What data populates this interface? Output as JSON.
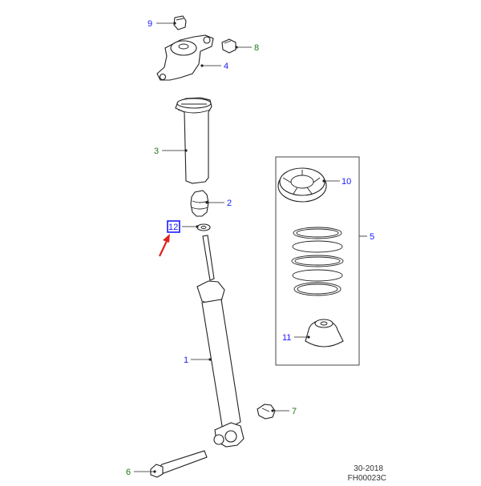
{
  "callouts": {
    "c1": "1",
    "c2": "2",
    "c3": "3",
    "c4": "4",
    "c5": "5",
    "c6": "6",
    "c7": "7",
    "c8": "8",
    "c9": "9",
    "c10": "10",
    "c11": "11",
    "c12": "12"
  },
  "footer": {
    "code": "30-2018",
    "ref": "FH00023C"
  },
  "colors": {
    "callout_blue": "#1a1aff",
    "callout_green": "#1a7a1a",
    "highlight_box": "#1a1aff",
    "arrow": "#e0201c"
  }
}
